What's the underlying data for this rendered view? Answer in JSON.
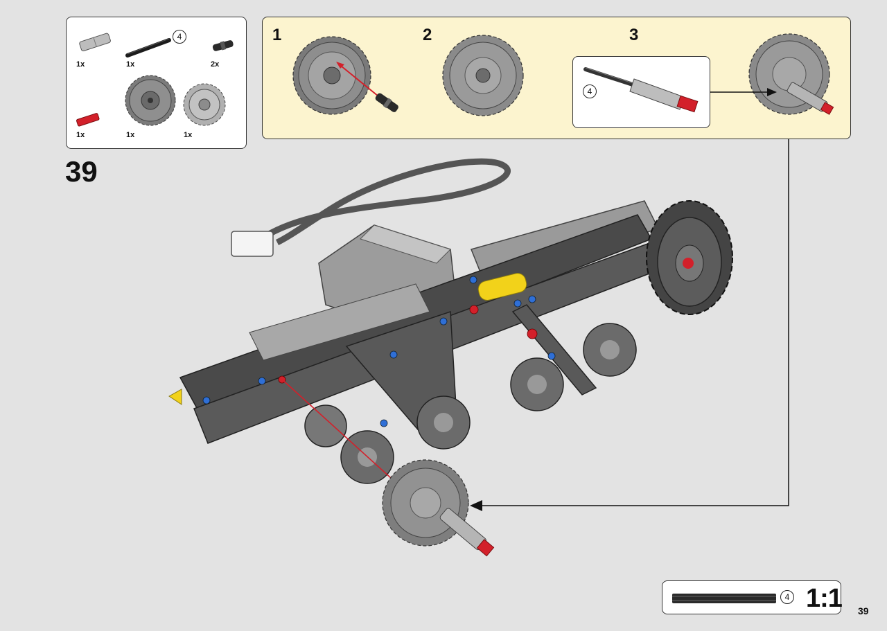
{
  "step": {
    "number": "39"
  },
  "page": {
    "number": "39"
  },
  "parts_list": [
    {
      "qty": "1x",
      "part": "grey-axle-connector"
    },
    {
      "qty": "1x",
      "part": "black-axle",
      "callout": "4"
    },
    {
      "qty": "2x",
      "part": "black-pin"
    },
    {
      "qty": "1x",
      "part": "red-axle"
    },
    {
      "qty": "1x",
      "part": "gear-36-tooth"
    },
    {
      "qty": "1x",
      "part": "gear-24-tooth"
    }
  ],
  "substeps": [
    {
      "label": "1"
    },
    {
      "label": "2"
    },
    {
      "label": "3",
      "detail_callout": "4"
    }
  ],
  "scale_reference": {
    "callout": "4",
    "ratio": "1:1"
  },
  "colors": {
    "page_bg": "#e3e3e3",
    "substep_bg": "#fcf4cf",
    "gear_grey": "#8a8a8a",
    "frame_dark": "#4a4a4a",
    "accent_red": "#d3202a"
  }
}
